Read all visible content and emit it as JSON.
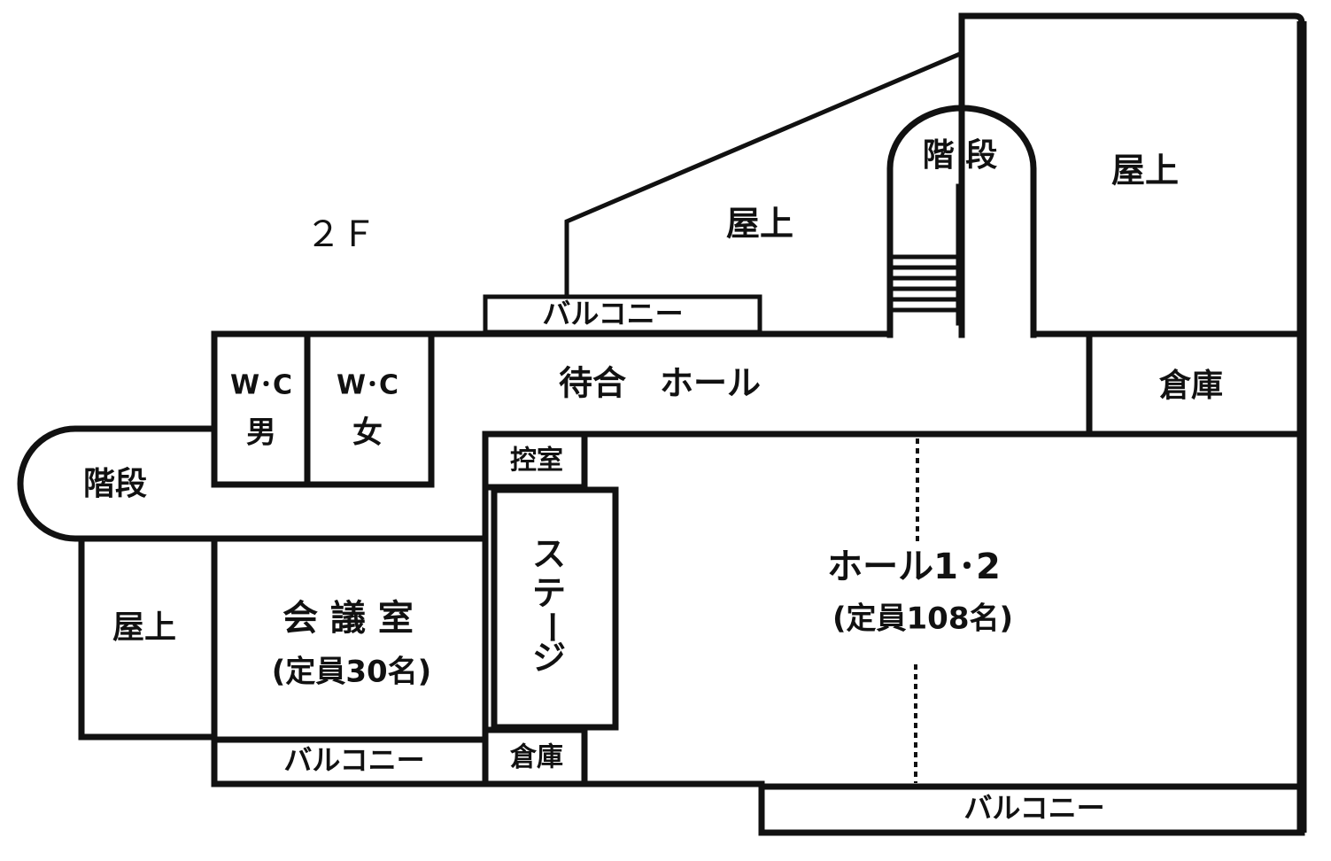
{
  "floor_label": "２Ｆ",
  "rooms": {
    "rooftop_upper_middle": {
      "label": "屋上"
    },
    "rooftop_upper_right": {
      "label": "屋上"
    },
    "rooftop_left": {
      "label": "屋上"
    },
    "stairs_top": {
      "label": "階 段"
    },
    "stairs_left": {
      "label": "階段"
    },
    "balcony_top": {
      "label": "バルコニー"
    },
    "balcony_bottom_left": {
      "label": "バルコニー"
    },
    "balcony_bottom_right": {
      "label": "バルコニー"
    },
    "wc_men": {
      "line1": "W･C",
      "line2": "男"
    },
    "wc_women": {
      "line1": "W･C",
      "line2": "女"
    },
    "waiting_hall": {
      "label": "待合　ホール"
    },
    "storage_right": {
      "label": "倉庫"
    },
    "storage_small": {
      "label": "倉庫"
    },
    "green_room": {
      "label": "控室"
    },
    "stage": {
      "chars": [
        "ス",
        "テ",
        "ー",
        "ジ"
      ]
    },
    "meeting_room": {
      "label": "会 議 室",
      "capacity": "(定員30名)"
    },
    "hall_1_2": {
      "label": "ホール1･2",
      "capacity": "(定員108名)"
    }
  }
}
